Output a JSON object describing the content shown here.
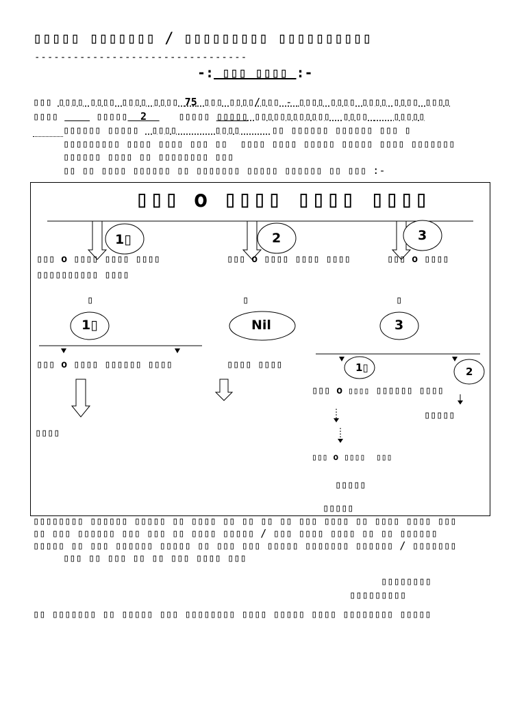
{
  "document": {
    "title": "▯▯▯▯▯ ▯▯▯▯▯▯▯ / ▯▯▯▯▯▯▯▯▯ ▯▯▯▯▯▯▯▯▯▯",
    "title_rule": "---------------------------------",
    "subheading": {
      "open": "-:",
      "text": " ▯▯▯ ▯▯▯▯ ",
      "close": ":-"
    },
    "paragraph": {
      "line1": {
        "a": "▯▯▯ ",
        "b": "▯▯▯▯ ▯▯▯▯ ▯▯▯▯ ▯▯▯▯ ",
        "num": "75",
        "c": " ▯▯▯ ▯▯▯▯/▯▯▯ - ",
        "d": "▯▯▯▯ ▯▯▯▯ ▯▯▯▯ ▯▯▯▯ ▯▯▯▯"
      },
      "line2": {
        "a": "▯▯▯▯ ",
        "b": "    ",
        "c": " ▯▯▯▯▯",
        "num": "  2  ",
        "d": "   ▯▯▯▯▯ ",
        "e": "▯▯▯▯▯",
        "f": " ▯▯▯▯▯▯▯▯▯▯▯▯  ▯▯▯▯ ",
        "g": "   ▯▯▯▯▯"
      },
      "line3": {
        "a": "▯▯▯▯▯▯ ▯▯▯▯▯ ",
        "b": " ▯▯▯▯     ",
        "c": " ▯▯▯▯     ",
        "d": "▯▯ ▯▯▯▯▯▯ ▯▯▯▯▯▯ ▯▯▯ ▯"
      },
      "line4": "▯▯▯▯▯▯▯▯▯ ▯▯▯▯ ▯▯▯▯ ▯▯▯ ▯▯  ▯▯▯▯ ▯▯▯▯ ▯▯▯▯▯ ▯▯▯▯▯ ▯▯▯▯ ▯▯▯▯▯▯▯",
      "line5": "▯▯▯▯▯▯ ▯▯▯▯ ▯▯ ▯▯▯▯▯▯▯▯ ▯▯▯",
      "line6": "▯▯ ▯▯ ▯▯▯▯ ▯▯▯▯▯▯ ▯▯ ▯▯▯▯▯▯▯ ▯▯▯▯▯ ▯▯▯▯▯▯ ▯▯ ▯▯▯ :-"
    },
    "flow": {
      "heading": "▯▯▯ o ▯▯▯▯ ▯▯▯▯ ▯▯▯▯",
      "top_circles": [
        "1▯",
        "2",
        "3"
      ],
      "branch1": {
        "a": "▯▯▯",
        "o": "o",
        "b": " ▯▯▯▯ ▯▯▯▯ ▯▯▯▯",
        "line2": "▯▯▯▯▯▯▯▯▯▯ ▯▯▯▯"
      },
      "branch2": {
        "a": "▯▯▯",
        "o": "o",
        "b": " ▯▯▯▯ ▯▯▯▯ ▯▯▯▯"
      },
      "branch3": {
        "a": "▯▯▯",
        "o": "o",
        "b": " ▯▯▯▯"
      },
      "mid_glyphs": [
        "▯",
        "▯",
        "▯"
      ],
      "mid_ovals": [
        "1▯",
        "Nil",
        "3"
      ],
      "left_sub": {
        "a": "▯▯▯",
        "o": "o",
        "b": " ▯▯▯▯ ▯▯▯▯▯▯ ▯▯▯▯"
      },
      "left_end": "▯▯▯▯",
      "center_sub": "▯▯▯▯ ▯▯▯▯",
      "right_circles": [
        "1▯",
        "2"
      ],
      "right_sub": {
        "a": "▯▯▯",
        "o": "o",
        "b": " ▯▯▯▯",
        "c": " ▯▯▯▯▯▯ ▯▯▯▯"
      },
      "right_end1": "▯▯▯▯▯",
      "right_sub2": {
        "a": "▯▯▯",
        "o": "o",
        "b": " ▯▯▯▯  ▯▯▯"
      },
      "right_end2": "▯▯▯▯▯",
      "right_end3": "▯▯▯▯▯"
    },
    "footer_para": {
      "line1": "▯▯▯▯▯▯▯▯ ▯▯▯▯▯▯ ▯▯▯▯▯ ▯▯ ▯▯▯▯ ▯▯ ▯▯ ▯▯ ▯▯ ▯▯▯ ▯▯▯▯ ▯▯ ▯▯▯▯ ▯▯▯▯ ▯▯▯",
      "line2": "▯▯ ▯▯▯ ▯▯▯▯▯▯ ▯▯▯ ▯▯▯ ▯▯ ▯▯▯▯ ▯▯▯▯▯ / ▯▯▯ ▯▯▯▯ ▯▯▯▯ ▯▯ ▯▯ ▯▯▯▯▯▯",
      "line3": "▯▯▯▯▯ ▯▯ ▯▯▯ ▯▯▯▯▯▯ ▯▯▯▯▯ ▯▯ ▯▯▯ ▯▯▯ ▯▯▯▯▯ ▯▯▯▯▯▯▯ ▯▯▯▯▯▯ / ▯▯▯▯▯▯▯",
      "line4": "▯▯▯ ▯▯ ▯▯▯ ▯▯ ▯▯ ▯▯▯ ▯▯▯▯ ▯▯▯"
    },
    "signature": {
      "line1": "▯▯▯▯▯▯▯▯",
      "line2": "▯▯▯▯▯▯▯▯▯"
    },
    "last_line": "▯▯ ▯▯▯▯▯▯▯ ▯▯ ▯▯▯▯▯ ▯▯▯ ▯▯▯▯▯▯▯▯ ▯▯▯▯ ▯▯▯▯▯ ▯▯▯▯ ▯▯▯▯▯▯▯▯ ▯▯▯▯▯"
  }
}
